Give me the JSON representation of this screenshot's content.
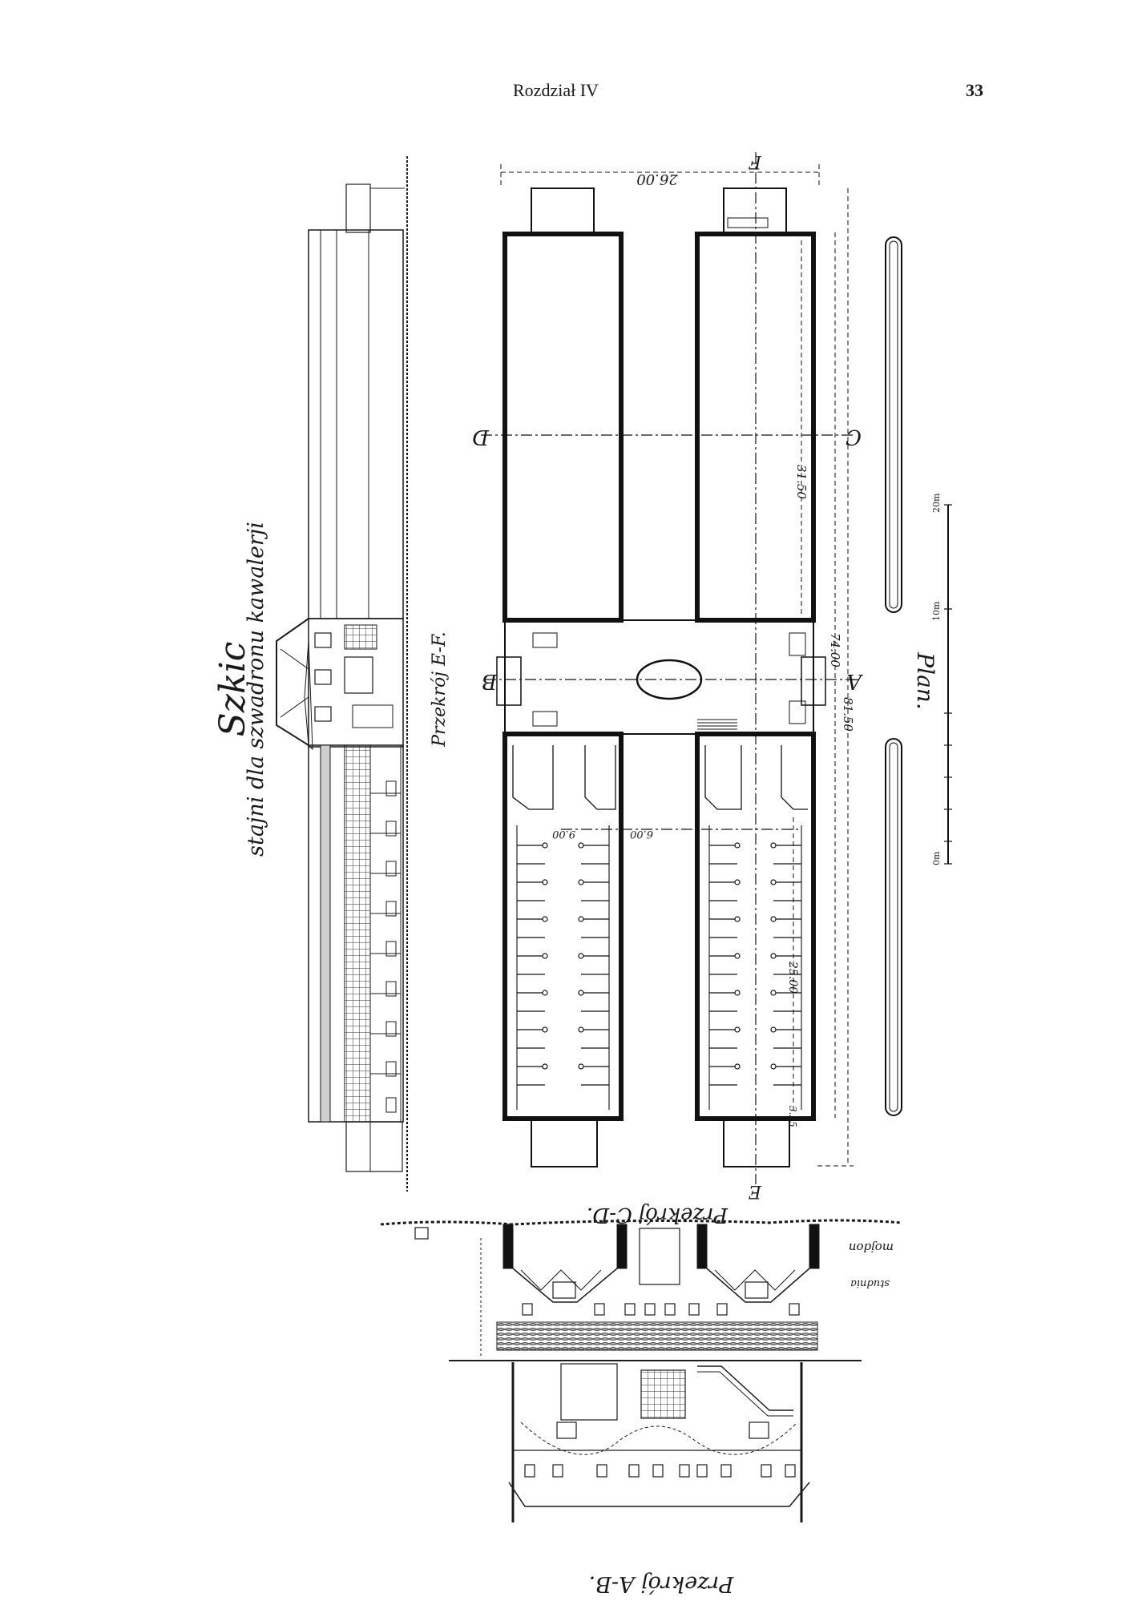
{
  "header": {
    "running_head": "Rozdział IV",
    "page_number": "33"
  },
  "drawing": {
    "title_line1": "Szkic",
    "title_line2": "stajni dla szwadronu kawalerji",
    "section_ef": "Przekrój E-F.",
    "plan_label": "Plan.",
    "section_cd": "Przekrój C-D.",
    "section_ab": "Przekrój A-B.",
    "marker_a": "A",
    "marker_b": "B",
    "marker_c": "C",
    "marker_d": "D",
    "marker_e": "E",
    "marker_f": "F",
    "dim_overall_width": "26.00",
    "dim_total_length": "81.50",
    "dim_wing_length": "74.00",
    "dim_upper": "31.50",
    "dim_lower": "25.00",
    "dim_bay": "9.00",
    "dim_aisle": "6.00",
    "dim_end": "3.25",
    "label_mojdon": "mojdon",
    "label_studnia": "studnia",
    "scale_start": "0m",
    "scale_mid": "10m",
    "scale_end": "20m"
  },
  "colors": {
    "ink": "#1a1a1a",
    "paper": "#ffffff",
    "wall": "#111111",
    "hatch": "#555555"
  }
}
